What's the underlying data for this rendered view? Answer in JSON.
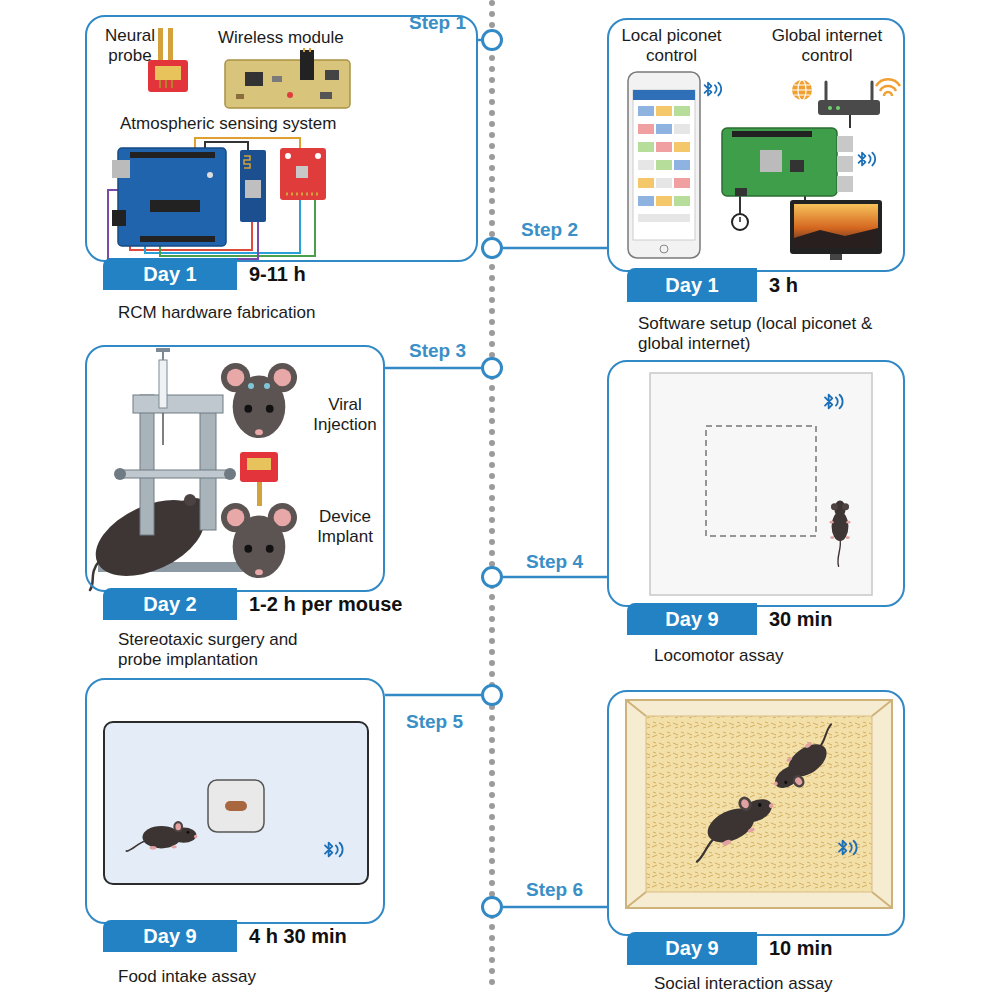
{
  "diagram": {
    "nodes": [
      {
        "text": [
          "Neural probe",
          "Wireless module",
          "Atmospheric sensing system",
          "RCM hardware fabrication"
        ]
      },
      {
        "text": [
          "Day 1"
        ]
      },
      {
        "text": [
          "Step 1"
        ]
      },
      {
        "text": [
          "Step 2"
        ]
      },
      {
        "text": [
          "Local piconet control",
          "Global internet control",
          "Software setup (local piconet & global internet)"
        ]
      },
      {
        "text": [
          "Day 1"
        ]
      },
      {
        "text": [
          "Viral Injection",
          "Device Implant",
          "Stereotaxic surgery and probe implantation"
        ]
      },
      {
        "text": [
          "Day 2"
        ]
      },
      {
        "text": [
          "Step 3"
        ]
      },
      {
        "text": [
          "Step 4"
        ]
      },
      {
        "text": [
          "Locomotor assay"
        ]
      },
      {
        "text": [
          "Day 9"
        ]
      },
      {
        "text": [
          "Food intake assay"
        ]
      },
      {
        "text": [
          "Day 9"
        ]
      },
      {
        "text": [
          "Step 5"
        ]
      },
      {
        "text": [
          "Step 6"
        ]
      },
      {
        "text": [
          "Social interaction assay"
        ]
      },
      {
        "text": [
          "Day 9"
        ]
      }
    ],
    "edges": [
      {
        "from": 0,
        "to": 2,
        "arrow": "none"
      },
      {
        "from": 4,
        "to": 3,
        "arrow": "none"
      },
      {
        "from": 6,
        "to": 8,
        "arrow": "none"
      },
      {
        "from": 10,
        "to": 9,
        "arrow": "none"
      },
      {
        "from": 12,
        "to": 14,
        "arrow": "none"
      },
      {
        "from": 16,
        "to": 15,
        "arrow": "none"
      }
    ],
    "labels": [
      "9-11 h",
      "3 h",
      "1-2 h per mouse",
      "30 min",
      "4 h 30 min",
      "10 min"
    ]
  }
}
